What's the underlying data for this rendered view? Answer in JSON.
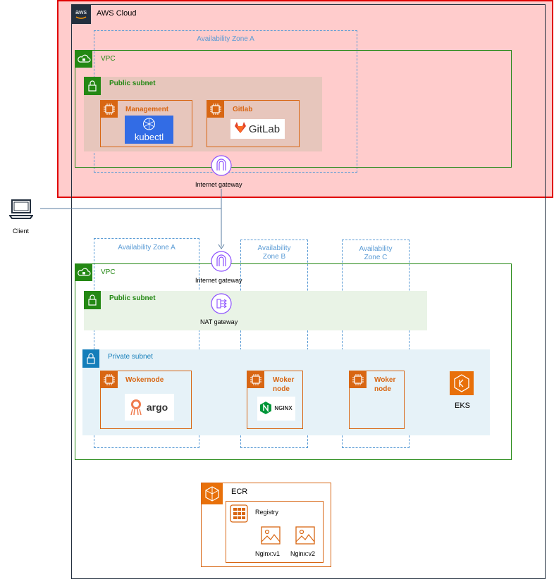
{
  "aws_cloud": {
    "label": "AWS Cloud",
    "badge": "aws"
  },
  "top": {
    "az_label": "Availability Zone A",
    "vpc_label": "VPC",
    "public_subnet_label": "Public subnet",
    "management_label": "Management",
    "management_logo": "kubectl",
    "gitlab_label": "Gitlab",
    "gitlab_logo": "GitLab",
    "igw_label": "Internet gateway"
  },
  "client": {
    "label": "Client"
  },
  "bottom": {
    "az_a_label": "Availability Zone A",
    "az_b_label": "Availability\nZone B",
    "az_c_label": "Availability\nZone C",
    "vpc_label": "VPC",
    "igw_label": "Internet gateway",
    "public_subnet_label": "Public subnet",
    "nat_label": "NAT gateway",
    "private_subnet_label": "Private subnet",
    "worker_a_label": "Wokernode",
    "worker_a_logo": "argo",
    "worker_b_label": "Woker\nnode",
    "worker_b_logo": "NGINX",
    "worker_c_label": "Woker\nnode",
    "eks_label": "EKS"
  },
  "ecr": {
    "label": "ECR",
    "registry_label": "Registry",
    "images": [
      {
        "label": "Nginx:v1"
      },
      {
        "label": "Nginx:v2"
      }
    ]
  },
  "colors": {
    "orange": "#d86613",
    "green": "#248814",
    "blue": "#147eba",
    "az_dash": "#5a9bd5",
    "gateway_purple": "#8c4fff",
    "red_border": "#e00000"
  },
  "icons": [
    "aws-logo-icon",
    "cloud-lock-icon",
    "lock-icon",
    "chip-icon",
    "gateway-icon",
    "nat-gateway-icon",
    "laptop-icon",
    "eks-icon",
    "ecr-icon",
    "registry-icon",
    "image-icon"
  ]
}
